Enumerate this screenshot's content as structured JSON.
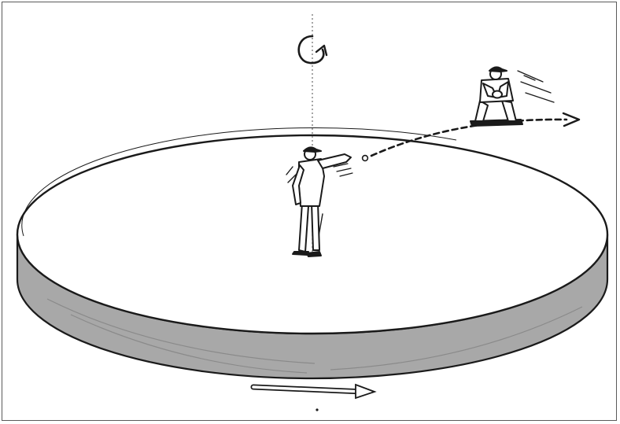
{
  "figure": {
    "colors": {
      "background": "#ffffff",
      "frame": "#5a5a5a",
      "ink": "#1a1a1a",
      "disk_top": "#ffffff",
      "disk_rim": "#a8a8a8",
      "rim_arrow": "#ffffff"
    },
    "elements": [
      "rotation-arrow-icon",
      "rotation-axis",
      "rotating-disk",
      "pitcher-figure",
      "catcher-figure",
      "ball-trajectory",
      "rim-direction-arrow"
    ]
  }
}
